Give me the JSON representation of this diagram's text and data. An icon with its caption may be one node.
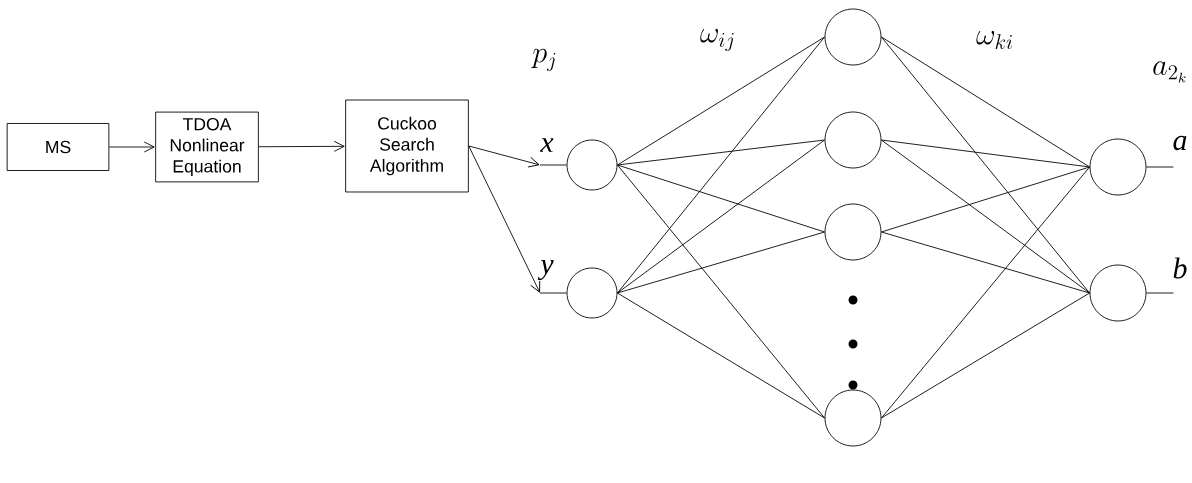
{
  "diagram": {
    "nodes": [
      {
        "text": [
          "MS"
        ]
      },
      {
        "text": [
          "TDOA Nonlinear Equation"
        ]
      },
      {
        "text": [
          "Cuckoo Search Algorithm"
        ]
      },
      {
        "text": [],
        "shape": "circle",
        "beside": [
          "x"
        ]
      },
      {
        "text": [],
        "shape": "circle",
        "beside": [
          "y"
        ]
      },
      {
        "text": [],
        "shape": "circle"
      },
      {
        "text": [],
        "shape": "circle"
      },
      {
        "text": [],
        "shape": "circle"
      },
      {
        "text": [],
        "shape": "circle"
      },
      {
        "text": [],
        "shape": "circle",
        "beside": [
          "a"
        ]
      },
      {
        "text": [],
        "shape": "circle",
        "beside": [
          "b"
        ]
      }
    ],
    "edges": [
      {
        "from": 0,
        "to": 1,
        "arrow": "to"
      },
      {
        "from": 1,
        "to": 2,
        "arrow": "to"
      },
      {
        "from": 2,
        "to": 3,
        "arrow": "to"
      },
      {
        "from": 2,
        "to": 4,
        "arrow": "to"
      },
      {
        "from": 3,
        "to": 5,
        "arrow": "none"
      },
      {
        "from": 3,
        "to": 6,
        "arrow": "none"
      },
      {
        "from": 3,
        "to": 7,
        "arrow": "none"
      },
      {
        "from": 3,
        "to": 8,
        "arrow": "none"
      },
      {
        "from": 4,
        "to": 5,
        "arrow": "none"
      },
      {
        "from": 4,
        "to": 6,
        "arrow": "none"
      },
      {
        "from": 4,
        "to": 7,
        "arrow": "none"
      },
      {
        "from": 4,
        "to": 8,
        "arrow": "none"
      },
      {
        "from": 5,
        "to": 9,
        "arrow": "none"
      },
      {
        "from": 6,
        "to": 9,
        "arrow": "none"
      },
      {
        "from": 7,
        "to": 9,
        "arrow": "none"
      },
      {
        "from": 8,
        "to": 9,
        "arrow": "none"
      },
      {
        "from": 5,
        "to": 10,
        "arrow": "none"
      },
      {
        "from": 6,
        "to": 10,
        "arrow": "none"
      },
      {
        "from": 7,
        "to": 10,
        "arrow": "none"
      },
      {
        "from": 8,
        "to": 10,
        "arrow": "none"
      },
      {
        "from": 9,
        "to": null,
        "arrow": "none"
      },
      {
        "from": 10,
        "to": null,
        "arrow": "none"
      }
    ],
    "labels": [
      "p_j",
      "\\omega_{ij}",
      "\\omega_{ki}",
      "a_{2_k}"
    ]
  }
}
